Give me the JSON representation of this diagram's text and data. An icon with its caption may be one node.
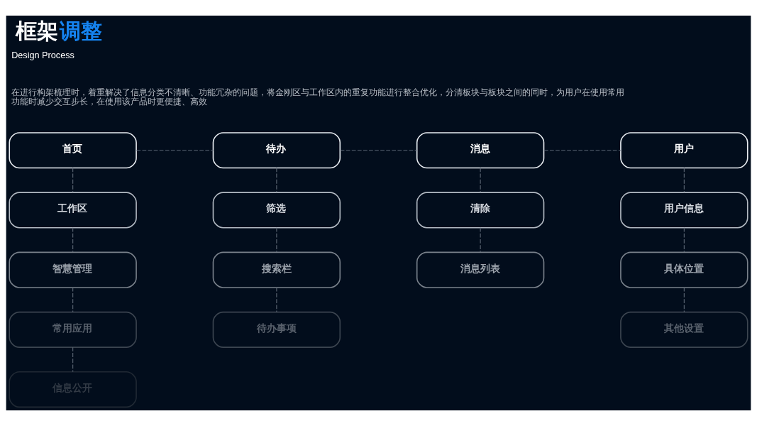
{
  "diagram": {
    "title": "框架调整",
    "nodes": [
      {
        "text": [
          "首页"
        ]
      },
      {
        "text": [
          "待办"
        ]
      },
      {
        "text": [
          "消息"
        ]
      },
      {
        "text": [
          "用户"
        ]
      },
      {
        "text": [
          "工作区"
        ]
      },
      {
        "text": [
          "筛选"
        ]
      },
      {
        "text": [
          "清除"
        ]
      },
      {
        "text": [
          "用户信息"
        ]
      },
      {
        "text": [
          "智慧管理"
        ]
      },
      {
        "text": [
          "搜索栏"
        ]
      },
      {
        "text": [
          "消息列表"
        ]
      },
      {
        "text": [
          "具体位置"
        ]
      },
      {
        "text": [
          "常用应用"
        ]
      },
      {
        "text": [
          "待办事项"
        ]
      },
      {
        "text": [
          "其他设置"
        ]
      },
      {
        "text": [
          "信息公开"
        ]
      }
    ],
    "edges": [
      {
        "from": 0,
        "to": 1,
        "arrow": "none",
        "style": "dashed"
      },
      {
        "from": 1,
        "to": 2,
        "arrow": "none",
        "style": "dashed"
      },
      {
        "from": 2,
        "to": 3,
        "arrow": "none",
        "style": "dashed"
      },
      {
        "from": 0,
        "to": 4,
        "arrow": "none",
        "style": "dashed"
      },
      {
        "from": 4,
        "to": 8,
        "arrow": "none",
        "style": "dashed"
      },
      {
        "from": 8,
        "to": 12,
        "arrow": "none",
        "style": "dashed"
      },
      {
        "from": 12,
        "to": 15,
        "arrow": "none",
        "style": "dashed"
      },
      {
        "from": 1,
        "to": 5,
        "arrow": "none",
        "style": "dashed"
      },
      {
        "from": 5,
        "to": 9,
        "arrow": "none",
        "style": "dashed"
      },
      {
        "from": 9,
        "to": 13,
        "arrow": "none",
        "style": "dashed"
      },
      {
        "from": 2,
        "to": 6,
        "arrow": "none",
        "style": "dashed"
      },
      {
        "from": 6,
        "to": 10,
        "arrow": "none",
        "style": "dashed"
      },
      {
        "from": 3,
        "to": 7,
        "arrow": "none",
        "style": "dashed"
      },
      {
        "from": 7,
        "to": 11,
        "arrow": "none",
        "style": "dashed"
      },
      {
        "from": 11,
        "to": 14,
        "arrow": "none",
        "style": "dashed"
      }
    ],
    "labels": [
      "Design Process",
      "在进行构架梳理时，着重解决了信息分类不清晰、功能冗杂的问题，将金刚区与工作区内的重复功能进行整合优化，分清板块与板块之间的同时，为用户在使用常用功能时减少交互步长，在使用该产品时更便捷、高效"
    ]
  }
}
